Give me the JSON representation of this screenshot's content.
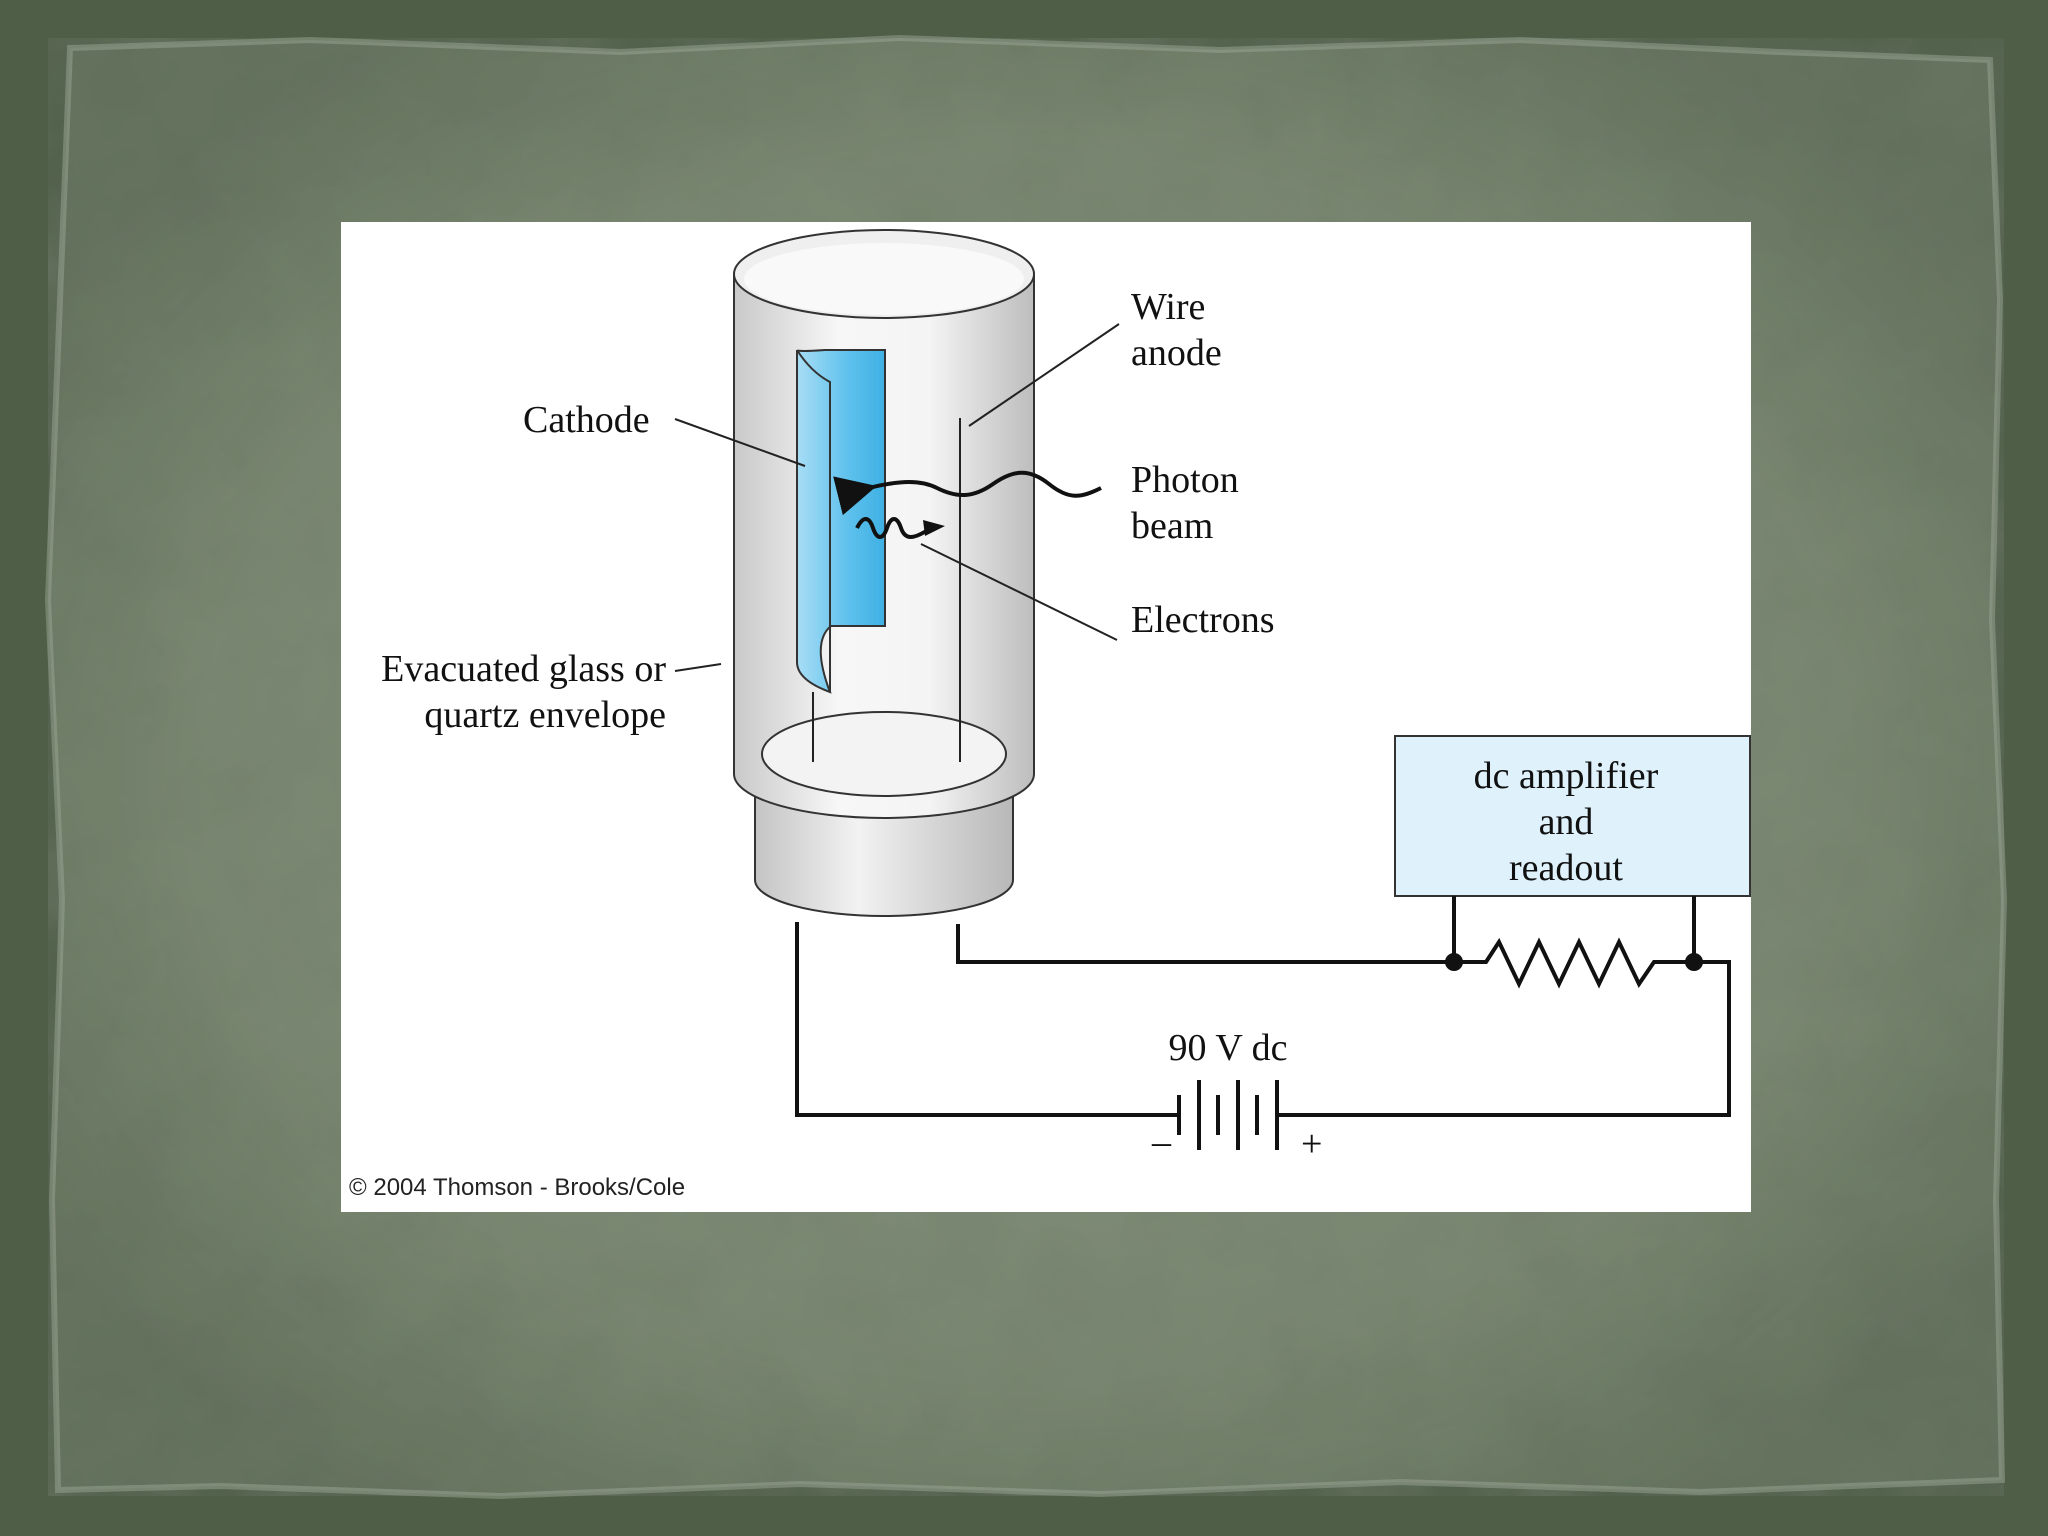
{
  "diagram": {
    "labels": {
      "cathode": "Cathode",
      "wire_anode_line1": "Wire",
      "wire_anode_line2": "anode",
      "photon_beam_line1": "Photon",
      "photon_beam_line2": "beam",
      "electrons": "Electrons",
      "envelope_line1": "Evacuated glass or",
      "envelope_line2": "quartz envelope",
      "amplifier_line1": "dc amplifier",
      "amplifier_line2": "and",
      "amplifier_line3": "readout",
      "battery": "90 V dc",
      "battery_minus": "–",
      "battery_plus": "+"
    },
    "copyright": "© 2004 Thomson - Brooks/Cole"
  },
  "colors": {
    "background_frame": "#4e5e47",
    "paper": "#7d8b76",
    "cathode": "#5cc0ec",
    "amplifier_box": "#dff2fc"
  }
}
